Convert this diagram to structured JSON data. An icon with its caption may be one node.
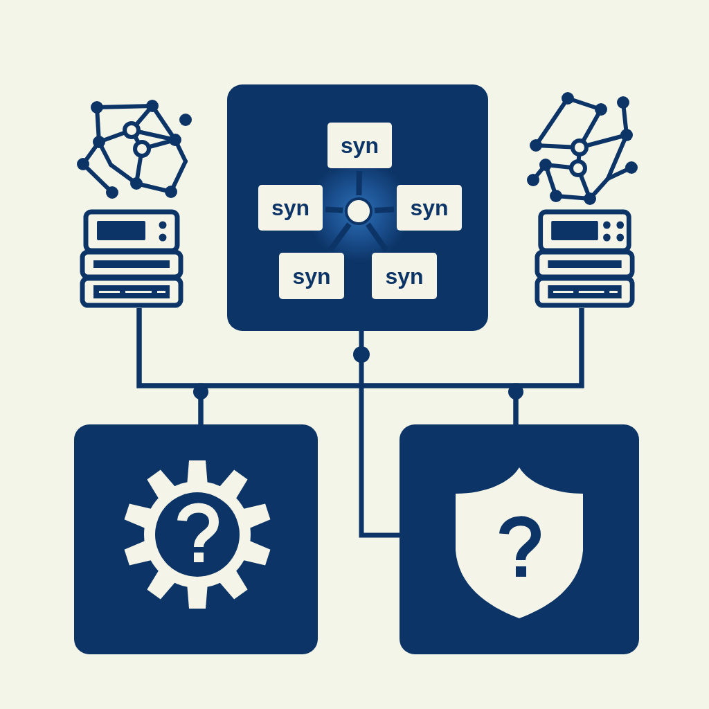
{
  "diagram": {
    "nodes": [
      {
        "text": [],
        "shape": "picture"
      },
      {
        "text": [],
        "shape": "box"
      },
      {
        "text": [
          "syn"
        ],
        "in": 1
      },
      {
        "text": [
          "syn"
        ],
        "in": 1
      },
      {
        "text": [],
        "shape": "circle",
        "in": 1
      },
      {
        "text": [
          "syn"
        ],
        "in": 1
      },
      {
        "text": [
          "syn"
        ],
        "in": 1
      },
      {
        "text": [
          "syn"
        ],
        "in": 1
      },
      {
        "text": [],
        "shape": "picture"
      },
      {
        "text": [],
        "shape": "box"
      },
      {
        "text": [],
        "shape": "box"
      }
    ],
    "edges": [
      {
        "from": 4,
        "to": 2,
        "arrow": "none"
      },
      {
        "from": 4,
        "to": 3,
        "arrow": "none"
      },
      {
        "from": 4,
        "to": 5,
        "arrow": "none"
      },
      {
        "from": 4,
        "to": 6,
        "arrow": "none"
      },
      {
        "from": 4,
        "to": 7,
        "arrow": "none"
      },
      {
        "from": 0,
        "to": 9,
        "arrow": "none"
      },
      {
        "from": 0,
        "to": 10,
        "arrow": "none"
      },
      {
        "from": 8,
        "to": 9,
        "arrow": "none"
      },
      {
        "from": 8,
        "to": 10,
        "arrow": "none"
      },
      {
        "from": 1,
        "to": 10,
        "arrow": "none"
      }
    ]
  }
}
